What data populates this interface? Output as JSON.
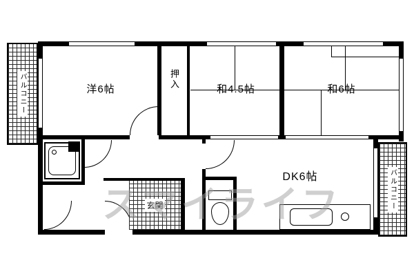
{
  "floorplan": {
    "type": "apartment-floorplan",
    "rooms": {
      "western_room": {
        "label": "洋6帖"
      },
      "closet": {
        "label": "押入"
      },
      "japanese_room_4_5": {
        "label": "和4.5帖"
      },
      "japanese_room_6": {
        "label": "和6帖"
      },
      "dining_kitchen": {
        "label": "DK6帖"
      },
      "entrance": {
        "label": "玄関"
      },
      "balcony_left": {
        "label": "バルコニー"
      },
      "balcony_right": {
        "label": "バルコニー"
      }
    },
    "watermark": "スマイライフ",
    "colors": {
      "wall": "#000000",
      "background": "#ffffff",
      "watermark": "#a0a0a0"
    }
  }
}
